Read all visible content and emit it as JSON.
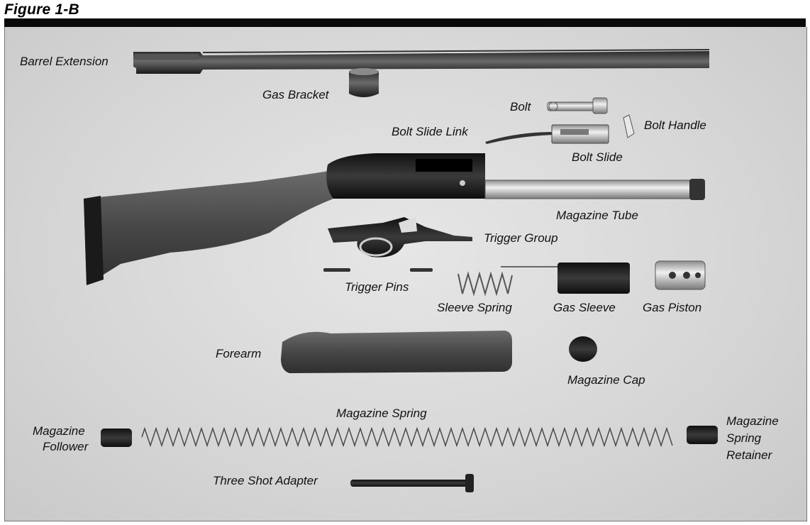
{
  "figure": {
    "title": "Figure 1-B"
  },
  "labels": {
    "barrel_extension": "Barrel Extension",
    "gas_bracket": "Gas Bracket",
    "bolt": "Bolt",
    "bolt_handle": "Bolt Handle",
    "bolt_slide_link": "Bolt Slide Link",
    "bolt_slide": "Bolt Slide",
    "magazine_tube": "Magazine Tube",
    "trigger_group": "Trigger Group",
    "trigger_pins": "Trigger Pins",
    "sleeve_spring": "Sleeve Spring",
    "gas_sleeve": "Gas Sleeve",
    "gas_piston": "Gas Piston",
    "forearm": "Forearm",
    "magazine_cap": "Magazine Cap",
    "magazine_spring": "Magazine Spring",
    "magazine_follower_1": "Magazine",
    "magazine_follower_2": "Follower",
    "magazine_spring_retainer_1": "Magazine",
    "magazine_spring_retainer_2": "Spring",
    "magazine_spring_retainer_3": "Retainer",
    "three_shot_adapter": "Three Shot Adapter"
  }
}
